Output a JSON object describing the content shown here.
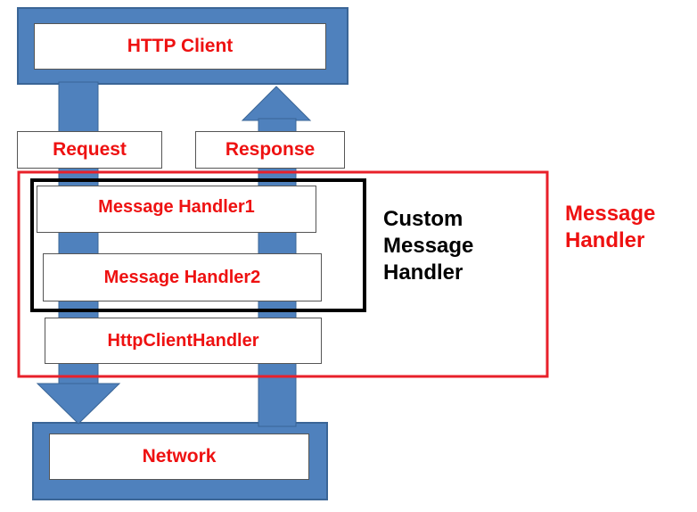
{
  "colors": {
    "arrow_fill": "#4f81bd",
    "arrow_stroke": "#3a6596",
    "label_red": "#ee1111",
    "group_border_red": "#e8202a",
    "group_border_black": "#000000"
  },
  "nodes": {
    "http_client": "HTTP Client",
    "request": "Request",
    "response": "Response",
    "message_handler1": "Message Handler1",
    "message_handler2": "Message Handler2",
    "http_client_handler": "HttpClientHandler",
    "network": "Network"
  },
  "groups": {
    "custom": {
      "line1": "Custom",
      "line2": "Message",
      "line3": "Handler"
    },
    "message": {
      "line1": "Message",
      "line2": "Handler"
    }
  }
}
